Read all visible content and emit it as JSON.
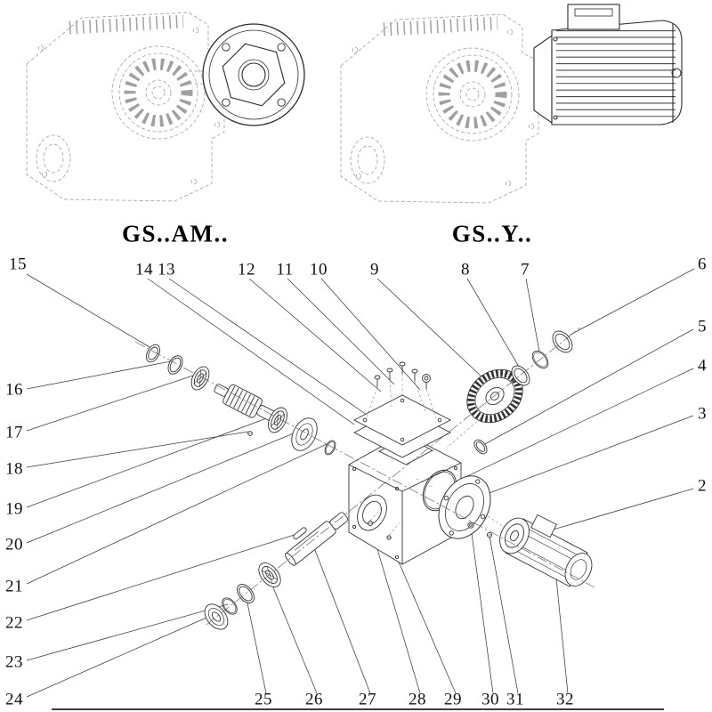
{
  "diagram": {
    "variants": [
      {
        "label": "GS..AM.."
      },
      {
        "label": "GS..Y.."
      }
    ],
    "callouts": {
      "top": [
        "15",
        "14",
        "13",
        "12",
        "11",
        "10",
        "9",
        "8",
        "7",
        "6"
      ],
      "right": [
        "5",
        "4",
        "3",
        "2"
      ],
      "left": [
        "16",
        "17",
        "18",
        "19",
        "20",
        "21",
        "22",
        "23",
        "24"
      ],
      "bottom": [
        "25",
        "26",
        "27",
        "28",
        "29",
        "30",
        "31",
        "32"
      ]
    },
    "colors": {
      "solid_line": "#2b2b2b",
      "ghost_line": "#a0a0a0",
      "background": "#ffffff"
    }
  }
}
